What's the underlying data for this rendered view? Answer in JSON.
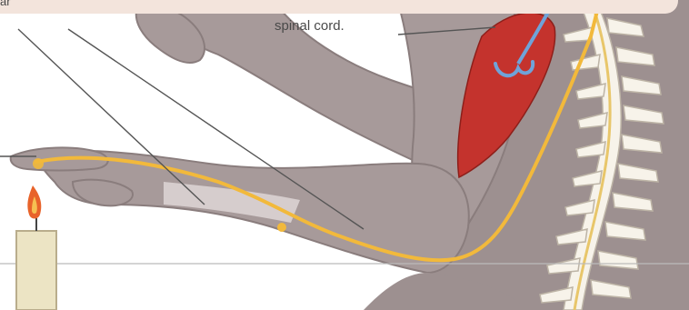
{
  "diagram": {
    "labels": {
      "partial_top_left": "ar",
      "spinal_cord": "spinal cord."
    },
    "elements": [
      "arm",
      "hand",
      "candle",
      "flame",
      "muscle",
      "spine",
      "nerve-pathway",
      "leader-lines"
    ],
    "colors": {
      "skin": "#a79a9a",
      "skin_outline": "#8a7d7d",
      "muscle": "#c4332d",
      "nerve": "#f2b93b",
      "bone": "#f7f3ea",
      "bone_outline": "#bdb4a6",
      "candle": "#ece4c4",
      "flame": "#e8632a",
      "blood_vessel": "#6fa3d9",
      "banner": "#f3e4dc"
    }
  }
}
